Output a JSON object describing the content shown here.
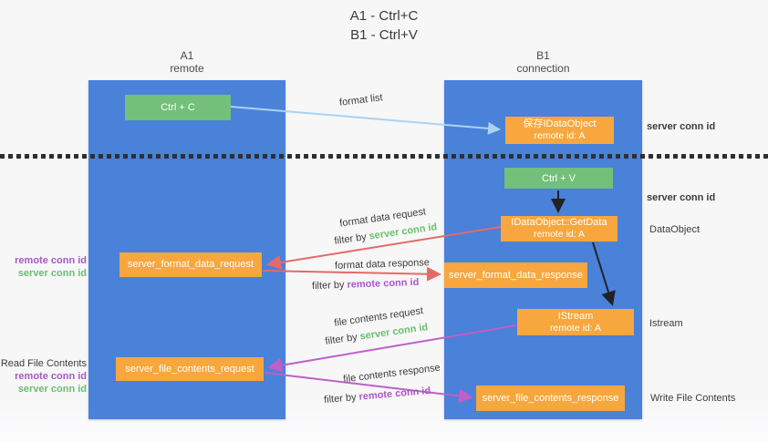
{
  "title": {
    "line1": "A1 - Ctrl+C",
    "line2": "B1 - Ctrl+V"
  },
  "lanes": {
    "left": {
      "name": "A1",
      "role": "remote"
    },
    "right": {
      "name": "B1",
      "role": "connection"
    }
  },
  "nodes": {
    "ctrl_c": {
      "label": "Ctrl + C"
    },
    "save_idataobject": {
      "line1": "保存IDataObject",
      "line2": "remote id: A"
    },
    "ctrl_v": {
      "label": "Ctrl + V"
    },
    "getdata": {
      "line1": "IDataObject::GetData",
      "line2": "remote id: A"
    },
    "format_request": {
      "label": "server_format_data_request"
    },
    "format_response": {
      "label": "server_format_data_response"
    },
    "istream": {
      "line1": "IStream",
      "line2": "remote id: A"
    },
    "file_request": {
      "label": "server_file_contents_request"
    },
    "file_response": {
      "label": "server_file_contents_response"
    }
  },
  "arrow_labels": {
    "format_list": "format list",
    "format_data_request": "format data request",
    "filter_server_1": {
      "prefix": "filter by ",
      "value": "server conn id"
    },
    "format_data_response": "format data response",
    "filter_remote_1": {
      "prefix": "filter by ",
      "value": "remote conn id"
    },
    "file_contents_request": "file contents request",
    "filter_server_2": {
      "prefix": "filter by ",
      "value": "server conn id"
    },
    "file_contents_response": "file contents response",
    "filter_remote_2": {
      "prefix": "filter by ",
      "value": "remote conn id"
    }
  },
  "side_labels": {
    "left_mid_remote": "remote conn id",
    "left_mid_server": "server conn id",
    "read_file_contents": "Read File Contents",
    "left_bottom_remote": "remote conn id",
    "left_bottom_server": "server conn id",
    "right_server_1": "server conn id",
    "right_server_2": "server conn id",
    "dataobject": "DataObject",
    "istream": "Istream",
    "write_file_contents": "Write File Contents"
  },
  "colors": {
    "lane": "#4a81d9",
    "green_box": "#72c079",
    "orange_box": "#f7a73e",
    "blue_arrow": "#a9d3ee",
    "red_arrow": "#e56a67",
    "magenta_arrow": "#bf5fc7",
    "black_arrow": "#222222",
    "green_text": "#6abf6e",
    "purple_text": "#a958c9"
  }
}
